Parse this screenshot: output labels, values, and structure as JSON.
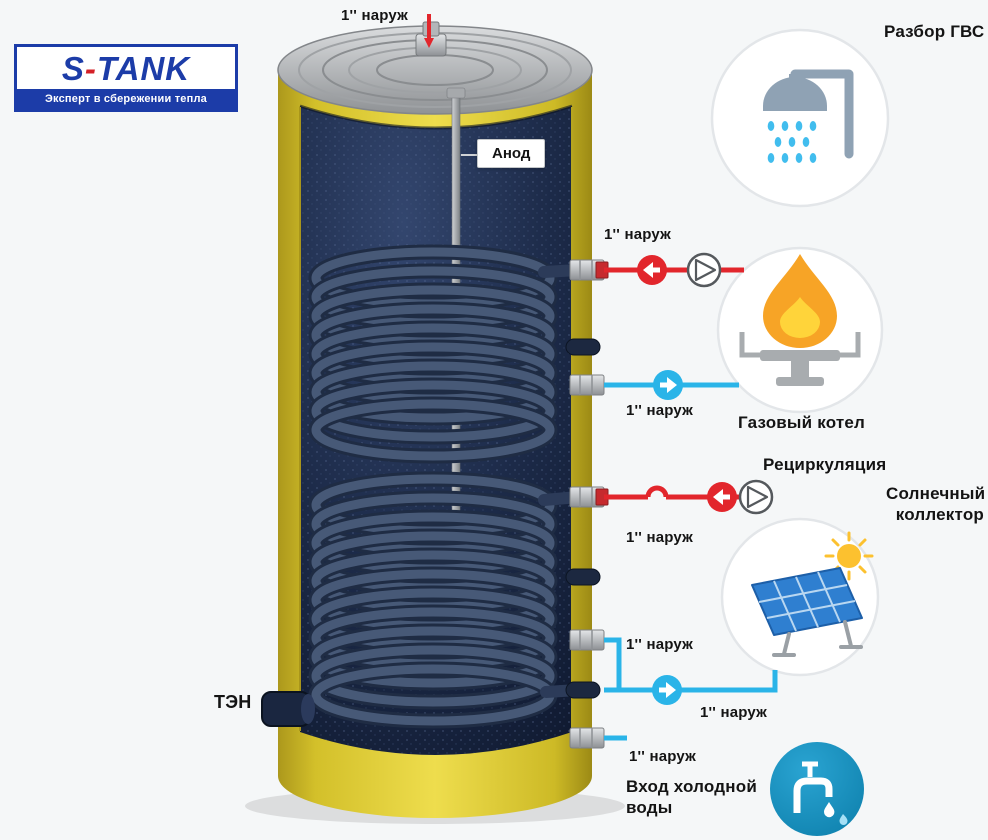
{
  "logo": {
    "brand_s": "S",
    "brand_dash": "-",
    "brand_rest": "TANK",
    "tagline": "Эксперт в сбережении тепла"
  },
  "tank": {
    "anode_label": "Анод",
    "heater_label": "ТЭН"
  },
  "connections": {
    "top": {
      "label": "1'' наруж"
    },
    "boiler_supply": {
      "label": "1'' наруж"
    },
    "boiler_return": {
      "label": "1'' наруж"
    },
    "solar_supply": {
      "label": "1'' наруж"
    },
    "tank_return_upper": {
      "label": "1'' наруж"
    },
    "solar_return": {
      "label": "1'' наруж"
    },
    "cold_inlet": {
      "label": "1'' наруж"
    }
  },
  "callouts": {
    "dhw": "Разбор ГВС",
    "gas_boiler": "Газовый котел",
    "recirculation": "Рециркуляция",
    "solar_collector": "Солнечный коллектор",
    "cold_water_inlet": "Вход холодной воды"
  },
  "colors": {
    "hot": "#e2262c",
    "cold": "#2ab4e8",
    "shell_yellow": "#e8d536",
    "interior_navy": "#1c2a48",
    "brand_blue": "#1c3ca8",
    "tap_blue": "#1190bd"
  }
}
